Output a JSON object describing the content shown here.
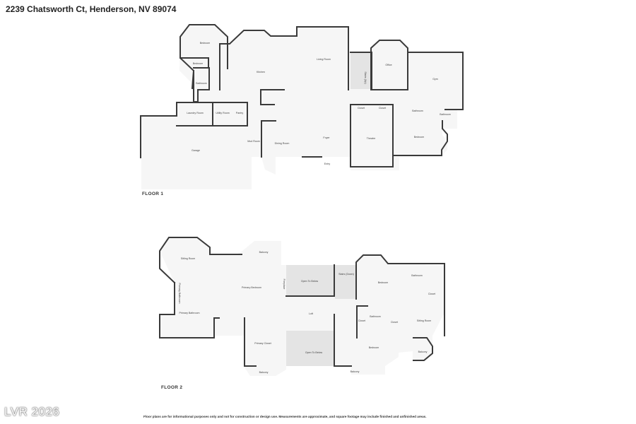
{
  "title": "2239 Chatsworth Ct, Henderson, NV 89074",
  "floors": [
    {
      "label": "FLOOR 1",
      "rooms": [
        "Bedroom",
        "Bedroom",
        "Bathroom",
        "Kitchen",
        "Living Room",
        "Laundry Room",
        "Utility Room",
        "Pantry",
        "Garage",
        "Mud Room",
        "Dining Room",
        "Foyer",
        "Entry",
        "Stairs (Up)",
        "Office",
        "Gym",
        "Closet",
        "Closet",
        "Theatre",
        "Bathroom",
        "Bathroom",
        "Bedroom"
      ]
    },
    {
      "label": "FLOOR 2",
      "rooms": [
        "Sitting Room",
        "Balcony",
        "Primary Bedroom",
        "Fireplace",
        "Open To Below",
        "Primary Bathroom",
        "Primary Bathroom",
        "Primary Closet",
        "Loft",
        "Open To Below",
        "Balcony",
        "Stairs (Down)",
        "Bedroom",
        "Bathroom",
        "Closet",
        "Closet",
        "Bathroom",
        "Closet",
        "Sitting Room",
        "Bedroom",
        "Balcony",
        "Balcony"
      ]
    }
  ],
  "disclaimer": "Floor plans are for informational purposes only and not for construction or design use. Measurements are approximate, and square footage may include finished and unfinished areas.",
  "watermark": "LVR 2026"
}
